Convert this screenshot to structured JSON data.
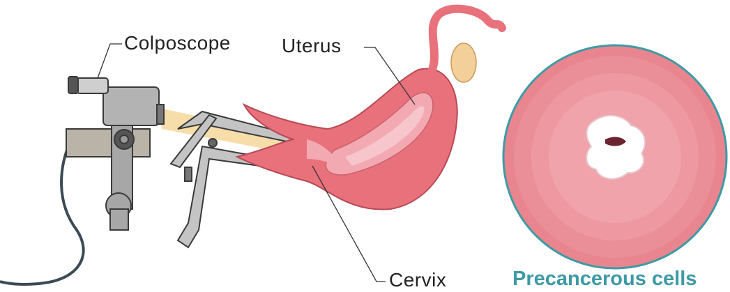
{
  "labels": {
    "colposcope": "Colposcope",
    "uterus": "Uterus",
    "cervix": "Cervix"
  },
  "caption": "Precancerous cells",
  "colors": {
    "tissue": "#e8717c",
    "tissue_light": "#f3a9b1",
    "inner_pink": "#f7c6cd",
    "metal": "#9a9a9a",
    "metal_dark": "#4a4a4a",
    "light_beam": "#f6d79a",
    "ovary": "#f3cf9a",
    "circle_border": "#3d9aa5",
    "caption": "#3d9aa5",
    "cable": "#3b4a54"
  }
}
